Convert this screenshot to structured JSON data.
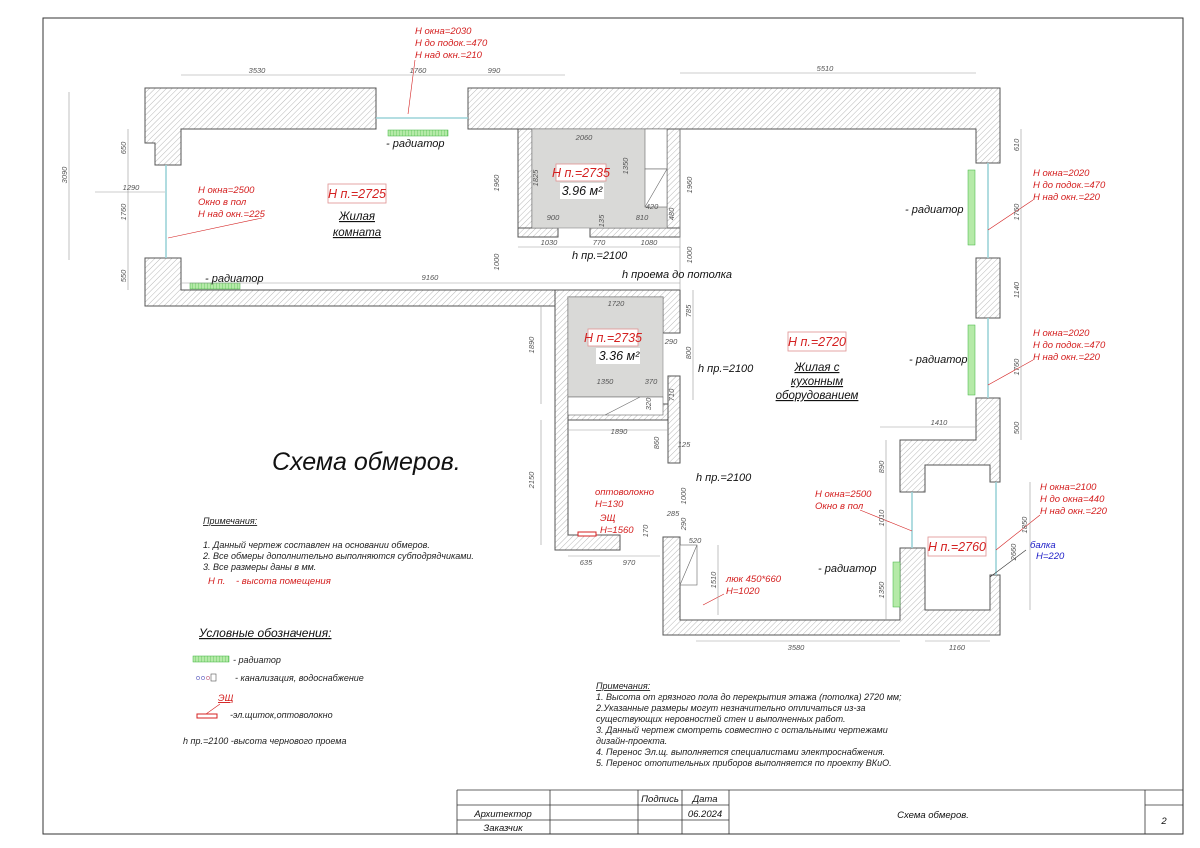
{
  "title": "Схема обмеров.",
  "windows": {
    "top": [
      "H окна=2030",
      "H до подок.=470",
      "H над окн.=210"
    ],
    "left": [
      "H окна=2500",
      "Окно в пол",
      "H над окн.=225"
    ],
    "right1": [
      "H окна=2020",
      "H до подок.=470",
      "H над окн.=220"
    ],
    "right2": [
      "H окна=2020",
      "H до подок.=470",
      "H над окн.=220"
    ],
    "annex_outer": [
      "H окна=2100",
      "H до окна=440",
      "H над окн.=220"
    ],
    "annex_inner": [
      "H окна=2500",
      "Окно в пол"
    ]
  },
  "beam": [
    "балка",
    "H=220"
  ],
  "hatch_access": [
    "люк 450*660",
    "H=1020"
  ],
  "fiber": [
    "оптоволокно",
    "H=130"
  ],
  "panel": [
    "ЭЩ",
    "H=1560"
  ],
  "rooms": {
    "living": {
      "height": "H п.=2725",
      "name": [
        "Жилая",
        "комната"
      ]
    },
    "bath1": {
      "height": "H п.=2735",
      "area": "3.96 м²"
    },
    "bath2": {
      "height": "H п.=2735",
      "area": "3.36 м²"
    },
    "kitchen_living": {
      "height": "H п.=2720",
      "name": [
        "Жилая с",
        "кухонным",
        "оборудованием"
      ]
    },
    "annex": {
      "height": "H п.=2760"
    }
  },
  "radiator_label": "- радиатор",
  "opening_h": "h пр.=2100",
  "opening_to_ceiling": "h проема до потолка",
  "dims": {
    "top": [
      "3530",
      "1760",
      "990",
      "5510"
    ],
    "left": [
      "3090",
      "650",
      "1290",
      "1760",
      "550"
    ],
    "living": [
      "9160",
      "1960",
      "1000"
    ],
    "bath1": [
      "2060",
      "1825",
      "1350",
      "420",
      "480",
      "900",
      "135",
      "810",
      "1030",
      "770",
      "1080",
      "1960",
      "1000"
    ],
    "right": [
      "610",
      "1760",
      "1140",
      "1760",
      "500",
      "1410"
    ],
    "bath2": [
      "1720",
      "785",
      "290",
      "800",
      "1350",
      "370",
      "320",
      "710",
      "1890"
    ],
    "lower": [
      "1890",
      "860",
      "125",
      "2150",
      "1000",
      "285",
      "170",
      "290",
      "520",
      "1510",
      "635",
      "970"
    ],
    "annex": [
      "890",
      "1010",
      "1350",
      "1850",
      "2660",
      "3580",
      "1160"
    ]
  },
  "notes_left": {
    "title": "Примечания:",
    "items": [
      "1. Данный чертеж составлен на основании обмеров.",
      "2. Все обмеры дополнительно выполняются субподрядчиками.",
      "3. Все размеры даны в мм."
    ],
    "hp_key": "H п.",
    "hp_desc": "- высота помещения"
  },
  "legend": {
    "title": "Условные обозначения:",
    "radiator": "- радиатор",
    "plumbing": "- канализация, водоснабжение",
    "panel_tag": "ЭЩ",
    "panel": "-эл.щиток,оптоволокно",
    "opening": "h пр.=2100 -высота чернового проема"
  },
  "notes_right": [
    "Примечания:",
    "1. Высота от грязного пола до перекрытия этажа (потолка) 2720 мм;",
    "2.Указанные размеры могут незначительно отличаться из-за",
    "существующих неровностей стен и выполненных работ.",
    "3. Данный чертеж смотреть совместно с остальными чертежами",
    "дизайн-проекта.",
    "4. Перенос Эл.щ. выполняется специалистами электроснабжения.",
    "5.  Перенос отопительных приборов выполняется по проекту ВКиО."
  ],
  "title_block": {
    "signature": "Подпись",
    "date_label": "Дата",
    "architect": "Архитектор",
    "date": "06.2024",
    "client": "Заказчик",
    "sheet_title": "Схема обмеров.",
    "sheet_number": "2"
  }
}
